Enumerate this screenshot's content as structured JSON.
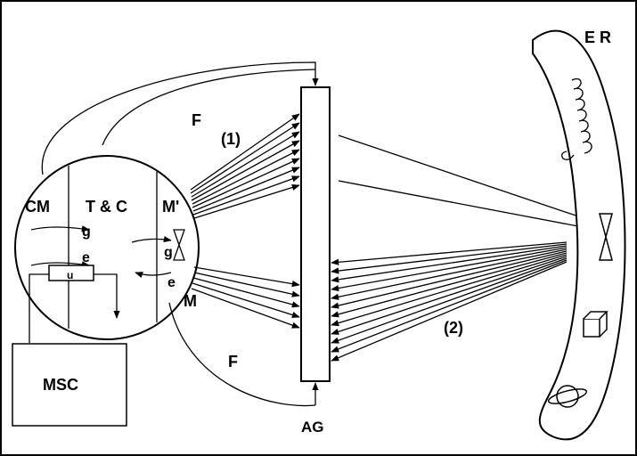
{
  "labels": {
    "cm": "CM",
    "tc": "T & C",
    "m_prime": "M'",
    "m": "M",
    "g_upper": "g",
    "e_upper": "e",
    "g_right": "g",
    "e_right": "e",
    "u": "u",
    "f_top": "F",
    "f_bottom": "F",
    "path1": "(1)",
    "path2": "(2)",
    "msc": "MSC",
    "ag": "AG",
    "er": "E R"
  },
  "colors": {
    "ink": "#000000",
    "paper": "#ffffff"
  },
  "icons": [
    "spring-coil-icon",
    "hourglass-icon",
    "cube-icon",
    "saturn-planet-icon"
  ]
}
